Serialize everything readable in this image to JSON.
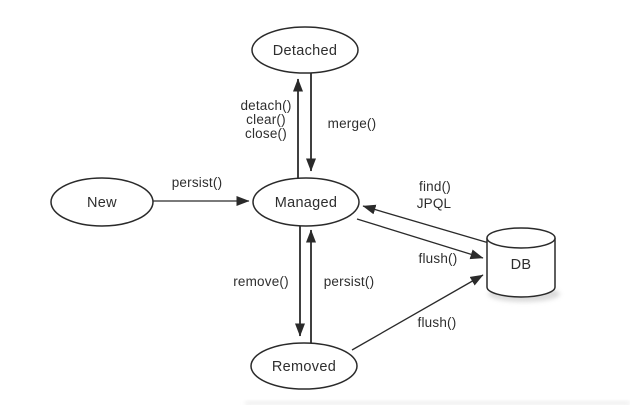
{
  "nodes": {
    "new": {
      "label": "New"
    },
    "managed": {
      "label": "Managed"
    },
    "detached": {
      "label": "Detached"
    },
    "removed": {
      "label": "Removed"
    },
    "db": {
      "label": "DB"
    }
  },
  "edges": {
    "new_to_managed": {
      "label": "persist()"
    },
    "managed_to_detached": {
      "labels": [
        "detach()",
        "clear()",
        "close()"
      ]
    },
    "detached_to_managed": {
      "label": "merge()"
    },
    "managed_to_removed": {
      "label": "remove()"
    },
    "removed_to_managed": {
      "label": "persist()"
    },
    "db_to_managed": {
      "labels": [
        "find()",
        "JPQL"
      ]
    },
    "managed_to_db": {
      "label": "flush()"
    },
    "removed_to_db": {
      "label": "flush()"
    }
  },
  "colors": {
    "line": "#2a2a2a",
    "text": "#2e2e2e",
    "background": "#ffffff",
    "node_fill": "#ffffff"
  }
}
